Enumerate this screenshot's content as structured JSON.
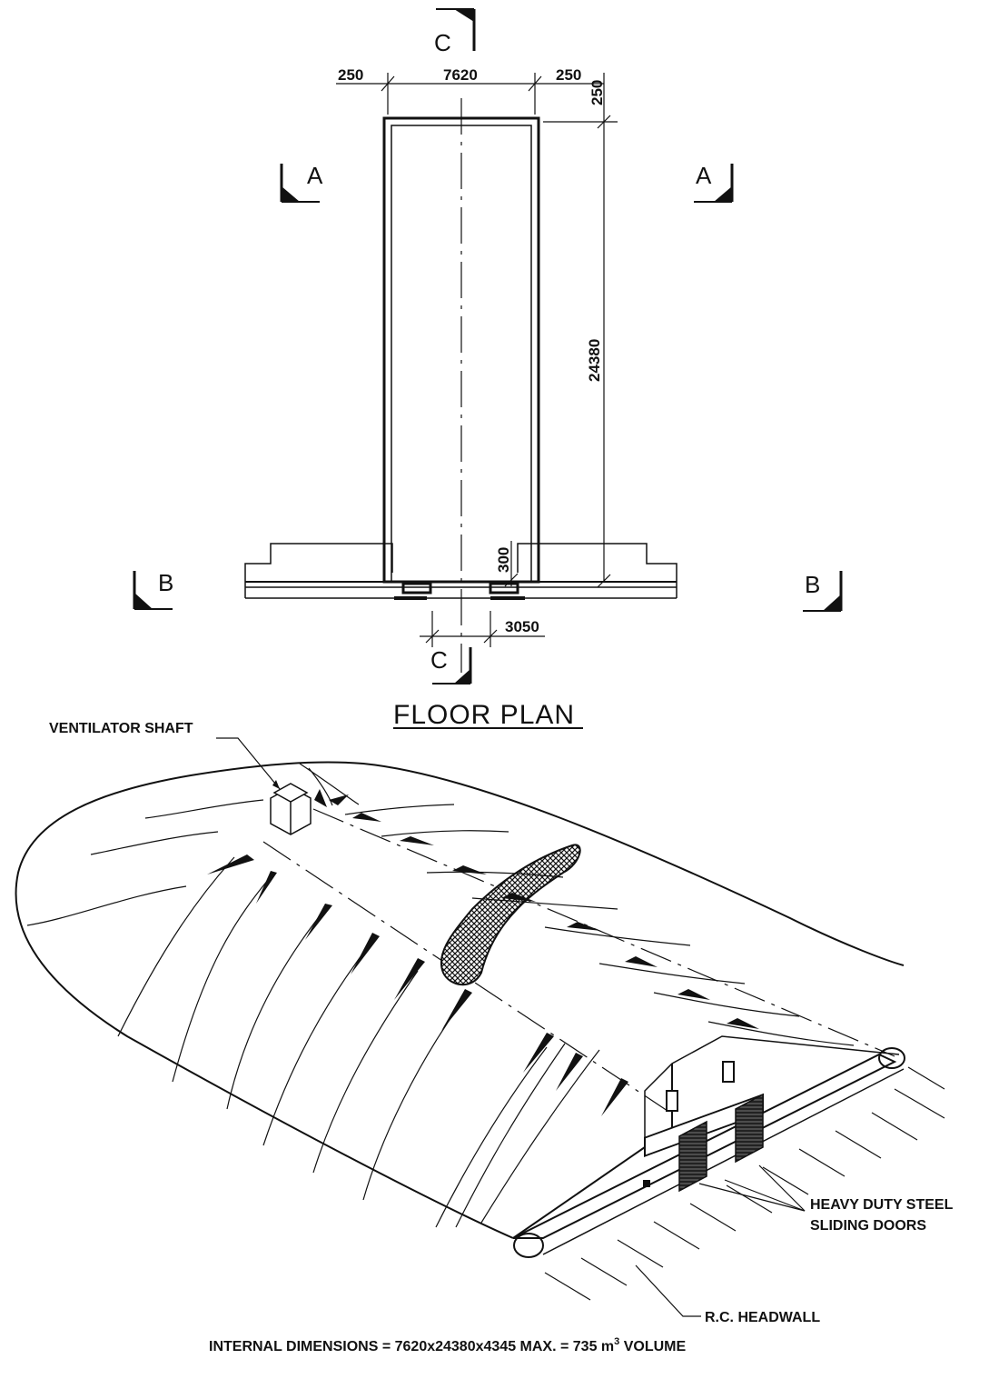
{
  "floor_plan": {
    "title": "FLOOR PLAN",
    "dimensions": {
      "wall_left": "250",
      "internal_width": "7620",
      "wall_right": "250",
      "wall_end": "250",
      "internal_length": "24380",
      "return_wall": "300",
      "door_opening": "3050"
    },
    "section_markers": {
      "a": "A",
      "b": "B",
      "c": "C"
    }
  },
  "isometric": {
    "labels": {
      "ventilator": "VENTILATOR SHAFT",
      "doors_line1": "HEAVY DUTY STEEL",
      "doors_line2": "SLIDING DOORS",
      "headwall": "R.C. HEADWALL"
    }
  },
  "footer": {
    "prefix": "INTERNAL DIMENSIONS = 7620x24380x4345 MAX. = 735 m",
    "superscript": "3",
    "suffix": " VOLUME"
  }
}
